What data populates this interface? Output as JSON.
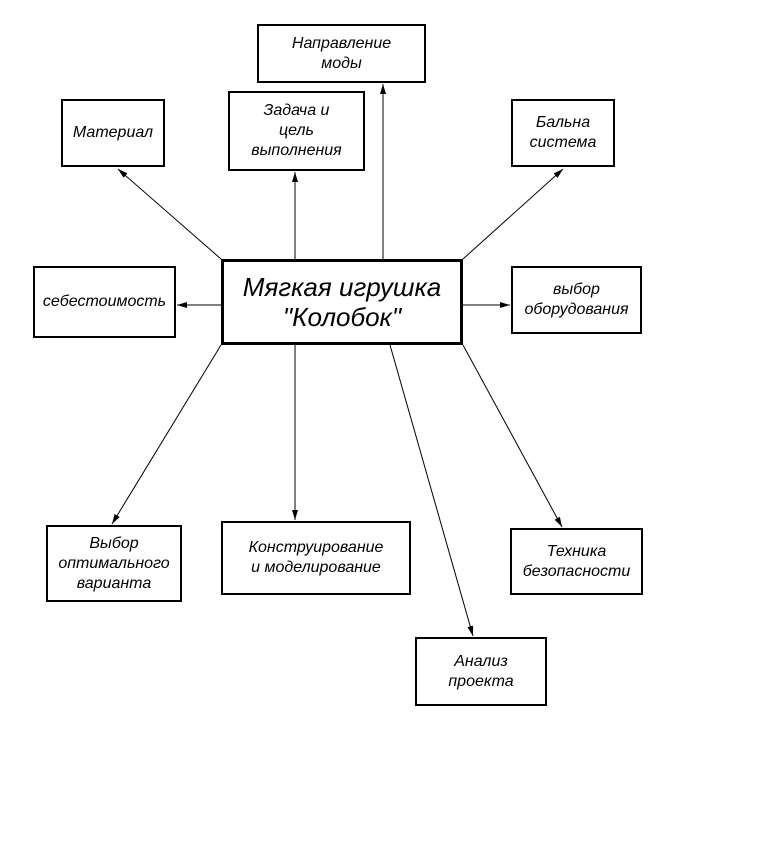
{
  "center": {
    "label": "Мягкая игрушка\n\"Колобок\""
  },
  "nodes": {
    "fashion": "Направление\nмоды",
    "material": "Материал",
    "task": "Задача и\nцель\nвыполнения",
    "points": "Бальна\nсистема",
    "cost": "себестоимость",
    "equipment": "выбор\nоборудования",
    "variant": "Выбор\nоптимального\nварианта",
    "design": "Конструирование\nи моделирование",
    "safety": "Техника\nбезопасности",
    "analysis": "Анализ\nпроекта"
  }
}
